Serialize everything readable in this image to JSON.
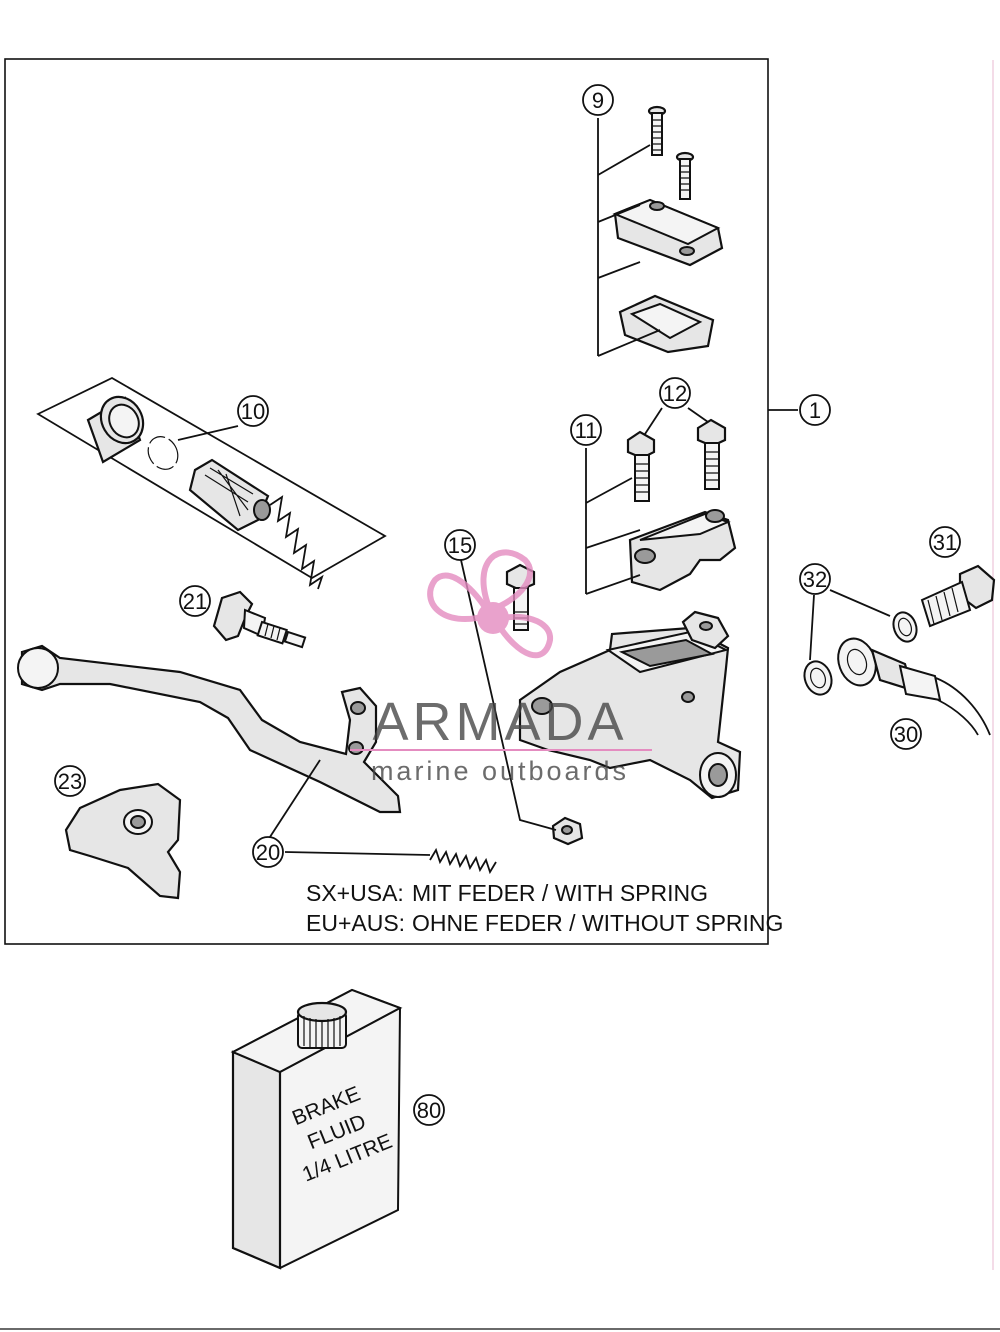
{
  "diagram": {
    "callouts": {
      "c1": "1",
      "c9": "9",
      "c10": "10",
      "c11": "11",
      "c12": "12",
      "c15": "15",
      "c20": "20",
      "c21": "21",
      "c23": "23",
      "c30": "30",
      "c31": "31",
      "c32": "32",
      "c80": "80"
    },
    "notes": {
      "line1_region": "SX+USA:",
      "line1_text": "MIT FEDER / WITH SPRING",
      "line2_region": "EU+AUS:",
      "line2_text": "OHNE FEDER / WITHOUT SPRING"
    },
    "can_label": [
      "BRAKE",
      "FLUID",
      "1/4 LITRE"
    ]
  },
  "watermark": {
    "title": "ARMADA",
    "subtitle": "marine outboards",
    "accent_color": "#e48cc0"
  }
}
